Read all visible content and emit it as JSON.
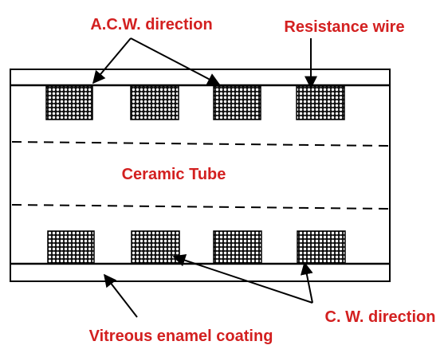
{
  "colors": {
    "label": "#d32020",
    "line": "#000000",
    "wire_fill": "#111111",
    "wire_dot": "#ffffff",
    "background": "#ffffff"
  },
  "labels": {
    "acw_direction": "A.C.W. direction",
    "resistance_wire": "Resistance wire",
    "ceramic_tube": "Ceramic Tube",
    "cw_direction": "C. W. direction",
    "vitreous_coating": "Vitreous enamel coating"
  },
  "winding": {
    "turns_per_side": 4
  }
}
